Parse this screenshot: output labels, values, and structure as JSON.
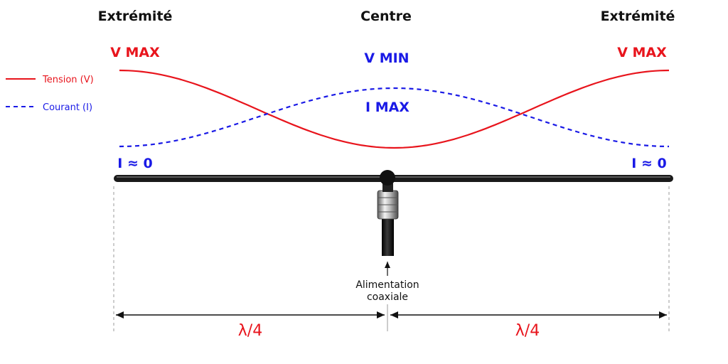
{
  "headers": {
    "left": "Extrémité",
    "center": "Centre",
    "right": "Extrémité"
  },
  "voltage_labels": {
    "left": "V MAX",
    "center": "V MIN",
    "right": "V MAX"
  },
  "current_labels": {
    "center": "I MAX",
    "left": "I ≈ 0",
    "right": "I ≈ 0"
  },
  "legend": {
    "voltage": "Tension (V)",
    "current": "Courant (I)"
  },
  "feed": {
    "line1": "Alimentation",
    "line2": "coaxiale"
  },
  "dimensions": {
    "left": "λ/4",
    "right": "λ/4"
  },
  "colors": {
    "voltage": "#e8141c",
    "current": "#1a1ae6",
    "text": "#111111",
    "element": "#111111"
  }
}
